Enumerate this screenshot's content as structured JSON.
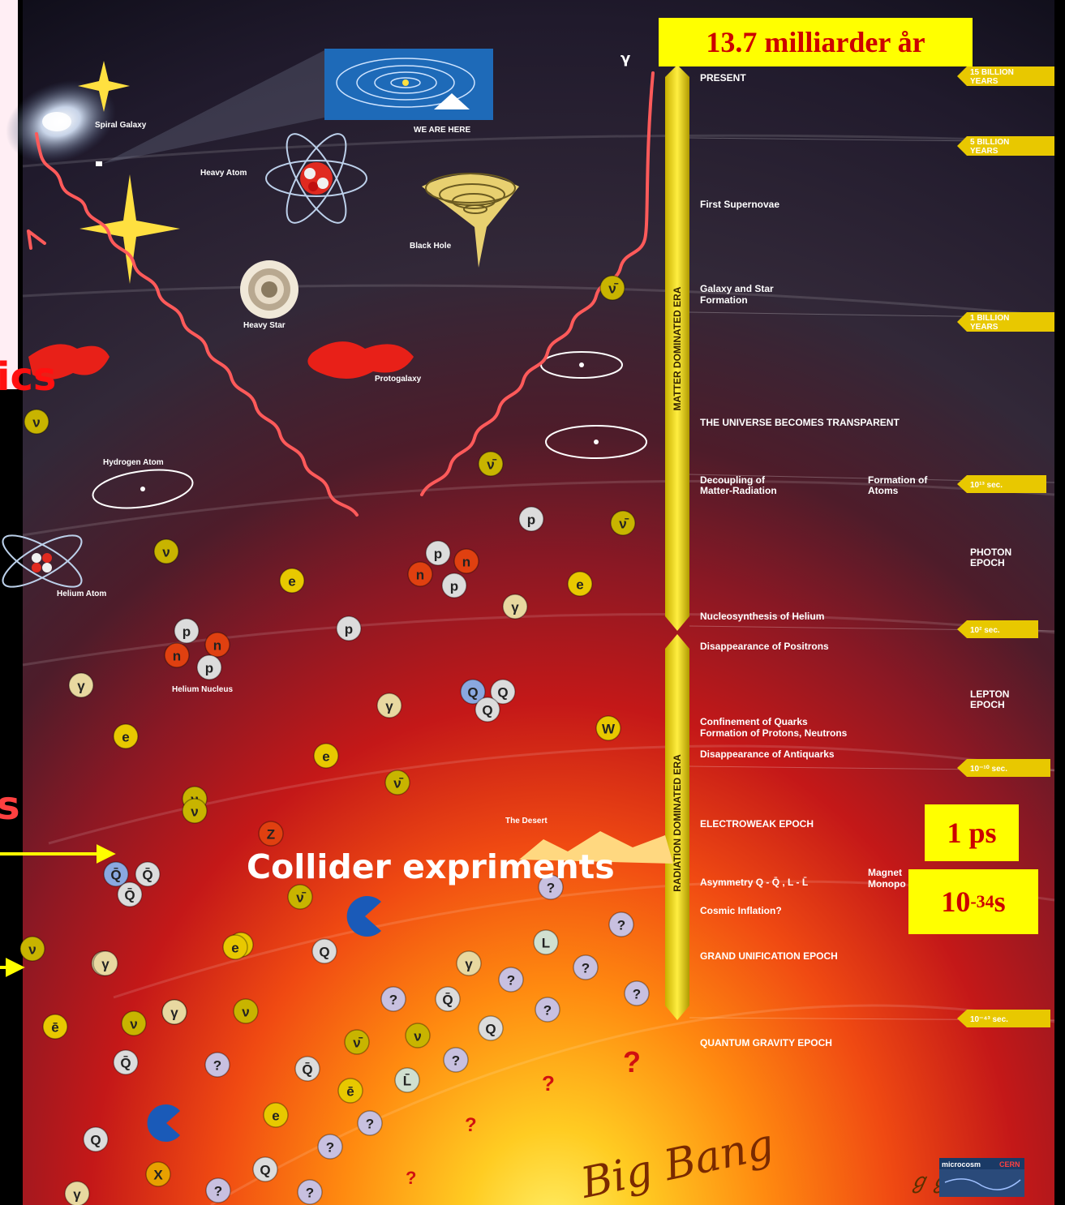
{
  "overlays": {
    "age": "13.7 milliarder  år",
    "one_ps": "1 ps",
    "planck_base": "10",
    "planck_exp": "-34",
    "planck_unit": " s",
    "collider": "Collider expriments",
    "left_cut_1": "ics",
    "left_cut_2": "s"
  },
  "top_labels": {
    "spiral_galaxy": "Spiral Galaxy",
    "we_are_here": "WE ARE HERE",
    "heavy_atom": "Heavy Atom",
    "black_hole": "Black Hole",
    "heavy_star": "Heavy Star",
    "protogalaxy": "Protogalaxy",
    "hydrogen_atom": "Hydrogen Atom",
    "helium_atom": "Helium Atom",
    "helium_nucleus": "Helium Nucleus",
    "the_desert": "The Desert",
    "big_bang": "Big Bang",
    "microcosm": "microcosm",
    "cern": "CERN",
    "signature": "ℊℊ"
  },
  "eras": {
    "matter": "MATTER DOMINATED ERA",
    "radiation": "RADIATION DOMINATED ERA"
  },
  "timeline_events": {
    "present": "PRESENT",
    "first_supernovae": "First Supernovae",
    "galaxy_star_1": "Galaxy and Star",
    "galaxy_star_2": "Formation",
    "transparent": "THE UNIVERSE BECOMES TRANSPARENT",
    "decoupling_1": "Decoupling of",
    "decoupling_2": "Matter-Radiation",
    "formation_atoms_1": "Formation of",
    "formation_atoms_2": "Atoms",
    "nucleosynthesis": "Nucleosynthesis of Helium",
    "positrons": "Disappearance of Positrons",
    "confinement_1": "Confinement of Quarks",
    "confinement_2": "Formation of Protons, Neutrons",
    "antiquarks": "Disappearance of Antiquarks",
    "electroweak": "ELECTROWEAK EPOCH",
    "asymmetry": "Asymmetry Q - Q̄ , L - L̄",
    "monopoles_1": "Magnet",
    "monopoles_2": "Monopo",
    "inflation": "Cosmic Inflation?",
    "gut": "GRAND UNIFICATION EPOCH",
    "quantum_gravity": "QUANTUM GRAVITY EPOCH"
  },
  "time_markers": {
    "t15by_1": "15 BILLION",
    "t15by_2": "YEARS",
    "t5by_1": "5 BILLION",
    "t5by_2": "YEARS",
    "t1by_1": "1 BILLION",
    "t1by_2": "YEARS",
    "t1013": "10¹³ sec.",
    "photon_1": "PHOTON",
    "photon_2": "EPOCH",
    "t102": "10² sec.",
    "lepton_1": "LEPTON",
    "lepton_2": "EPOCH",
    "t10m10": "10⁻¹⁰ sec.",
    "t10m43": "10⁻⁴³ sec."
  },
  "particles": [
    {
      "label": "ν̄",
      "color": "#c8b400"
    },
    {
      "label": "ν",
      "color": "#c8b400"
    },
    {
      "label": "ν̄",
      "color": "#c8b400"
    },
    {
      "label": "ν̄",
      "color": "#c8b400"
    },
    {
      "label": "ν",
      "color": "#c8b400"
    },
    {
      "label": "p",
      "color": "#dcdcdc"
    },
    {
      "label": "p",
      "color": "#dcdcdc"
    },
    {
      "label": "n",
      "color": "#e04010"
    },
    {
      "label": "n",
      "color": "#e04010"
    },
    {
      "label": "p",
      "color": "#dcdcdc"
    },
    {
      "label": "e",
      "color": "#e8c800"
    },
    {
      "label": "e",
      "color": "#e8c800"
    },
    {
      "label": "γ",
      "color": "#e8d8a0"
    },
    {
      "label": "p",
      "color": "#dcdcdc"
    },
    {
      "label": "p",
      "color": "#dcdcdc"
    },
    {
      "label": "n",
      "color": "#e04010"
    },
    {
      "label": "n",
      "color": "#e04010"
    },
    {
      "label": "p",
      "color": "#dcdcdc"
    },
    {
      "label": "γ",
      "color": "#e8d8a0"
    },
    {
      "label": "γ",
      "color": "#e8d8a0"
    },
    {
      "label": "Q",
      "color": "#8aa8e0"
    },
    {
      "label": "Q",
      "color": "#dcdcdc"
    },
    {
      "label": "Q",
      "color": "#dcdcdc"
    },
    {
      "label": "W",
      "color": "#e8c800"
    },
    {
      "label": "e",
      "color": "#e8c800"
    },
    {
      "label": "e",
      "color": "#e8c800"
    },
    {
      "label": "ν̄",
      "color": "#c8b400"
    },
    {
      "label": "ν",
      "color": "#c8b400"
    },
    {
      "label": "Z",
      "color": "#e04010"
    },
    {
      "label": "Q̄",
      "color": "#8aa8e0"
    },
    {
      "label": "Q̄",
      "color": "#dcdcdc"
    },
    {
      "label": "Q̄",
      "color": "#dcdcdc"
    },
    {
      "label": "ν̄",
      "color": "#c8b400"
    },
    {
      "label": "?",
      "color": "#c8c0e0"
    },
    {
      "label": "?",
      "color": "#c8c0e0"
    },
    {
      "label": "L",
      "color": "#d0e0d0"
    },
    {
      "label": "e",
      "color": "#e8c800"
    },
    {
      "label": "γ",
      "color": "#e8d8a0"
    },
    {
      "label": "Q",
      "color": "#dcdcdc"
    },
    {
      "label": "γ",
      "color": "#e8d8a0"
    },
    {
      "label": "?",
      "color": "#c8c0e0"
    },
    {
      "label": "?",
      "color": "#c8c0e0"
    },
    {
      "label": "?",
      "color": "#c8c0e0"
    },
    {
      "label": "?",
      "color": "#c8c0e0"
    },
    {
      "label": "Q̄",
      "color": "#dcdcdc"
    },
    {
      "label": "?",
      "color": "#c8c0e0"
    },
    {
      "label": "Q",
      "color": "#dcdcdc"
    },
    {
      "label": "ν",
      "color": "#c8b400"
    },
    {
      "label": "ē",
      "color": "#e8c800"
    },
    {
      "label": "ν",
      "color": "#c8b400"
    },
    {
      "label": "ē",
      "color": "#e8c800"
    },
    {
      "label": "ν̄",
      "color": "#c8b400"
    },
    {
      "label": "ν",
      "color": "#c8b400"
    },
    {
      "label": "?",
      "color": "#c8c0e0"
    },
    {
      "label": "Q̄",
      "color": "#dcdcdc"
    },
    {
      "label": "?",
      "color": "#c8c0e0"
    },
    {
      "label": "Q̄",
      "color": "#dcdcdc"
    },
    {
      "label": "L̄",
      "color": "#d0e0d0"
    },
    {
      "label": "ē",
      "color": "#e8c800"
    },
    {
      "label": "e",
      "color": "#e8c800"
    },
    {
      "label": "?",
      "color": "#c8c0e0"
    },
    {
      "label": "Q",
      "color": "#dcdcdc"
    },
    {
      "label": "?",
      "color": "#c8c0e0"
    },
    {
      "label": "X",
      "color": "#e8a000"
    },
    {
      "label": "Q",
      "color": "#dcdcdc"
    },
    {
      "label": "?",
      "color": "#c8c0e0"
    },
    {
      "label": "?",
      "color": "#c8c0e0"
    },
    {
      "label": "γ",
      "color": "#e8d8a0"
    },
    {
      "label": "ν",
      "color": "#c8b400"
    },
    {
      "label": "γ",
      "color": "#e8d8a0"
    },
    {
      "label": "e",
      "color": "#e8c800"
    },
    {
      "label": "ν",
      "color": "#c8b400"
    },
    {
      "label": "γ",
      "color": "#e8d8a0"
    }
  ]
}
